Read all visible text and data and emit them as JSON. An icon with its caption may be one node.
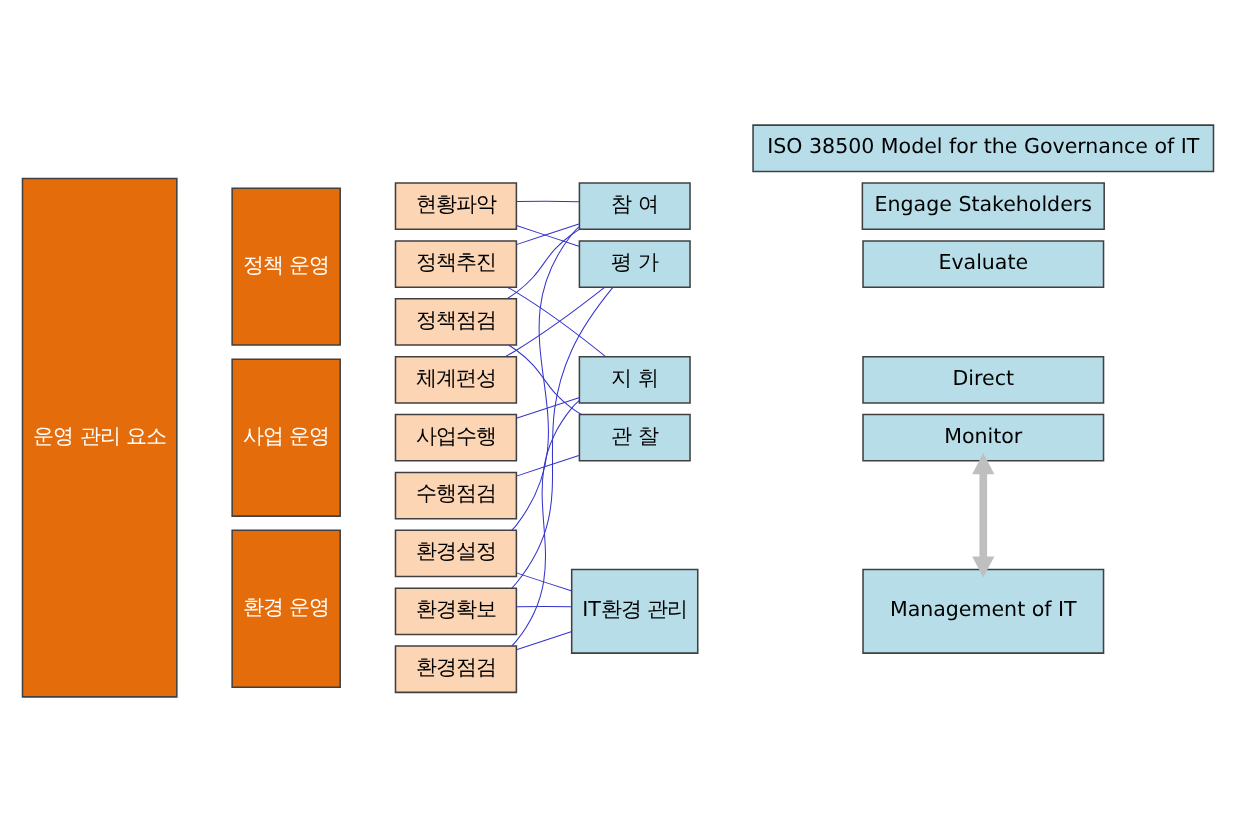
{
  "diagram": {
    "nodes": [
      {
        "text": [
          "운영 관리 요소"
        ]
      },
      {
        "text": [
          "정책 운영"
        ]
      },
      {
        "text": [
          "사업 운영"
        ]
      },
      {
        "text": [
          "환경 운영"
        ]
      },
      {
        "text": [
          "현황파악"
        ]
      },
      {
        "text": [
          "정책추진"
        ]
      },
      {
        "text": [
          "정책점검"
        ]
      },
      {
        "text": [
          "체계편성"
        ]
      },
      {
        "text": [
          "사업수행"
        ]
      },
      {
        "text": [
          "수행점검"
        ]
      },
      {
        "text": [
          "환경설정"
        ]
      },
      {
        "text": [
          "환경확보"
        ]
      },
      {
        "text": [
          "환경점검"
        ]
      },
      {
        "text": [
          "ISO 38500 Model for the Governance of IT"
        ]
      },
      {
        "text": [
          "참 여"
        ]
      },
      {
        "text": [
          "평 가"
        ]
      },
      {
        "text": [
          "지 휘"
        ]
      },
      {
        "text": [
          "관 찰"
        ]
      },
      {
        "text": [
          "IT환경 관리"
        ]
      },
      {
        "text": [
          "Engage Stakeholders"
        ]
      },
      {
        "text": [
          "Evaluate"
        ]
      },
      {
        "text": [
          "Direct"
        ]
      },
      {
        "text": [
          "Monitor"
        ]
      },
      {
        "text": [
          "Management of IT"
        ]
      }
    ],
    "edges": [
      {
        "from": 4,
        "to": 14,
        "arrow": "none"
      },
      {
        "from": 4,
        "to": 15,
        "arrow": "none"
      },
      {
        "from": 5,
        "to": 14,
        "arrow": "none"
      },
      {
        "from": 5,
        "to": 16,
        "arrow": "none"
      },
      {
        "from": 6,
        "to": 14,
        "arrow": "none"
      },
      {
        "from": 6,
        "to": 17,
        "arrow": "none"
      },
      {
        "from": 7,
        "to": 15,
        "arrow": "none"
      },
      {
        "from": 8,
        "to": 16,
        "arrow": "none"
      },
      {
        "from": 9,
        "to": 17,
        "arrow": "none"
      },
      {
        "from": 10,
        "to": 14,
        "arrow": "none"
      },
      {
        "from": 10,
        "to": 18,
        "arrow": "none"
      },
      {
        "from": 11,
        "to": 15,
        "arrow": "none"
      },
      {
        "from": 11,
        "to": 18,
        "arrow": "none"
      },
      {
        "from": 12,
        "to": 16,
        "arrow": "none"
      },
      {
        "from": 12,
        "to": 18,
        "arrow": "none"
      },
      {
        "from": 22,
        "to": 23,
        "arrow": "both",
        "style": "thick",
        "color": "#bfbfbf"
      }
    ]
  }
}
